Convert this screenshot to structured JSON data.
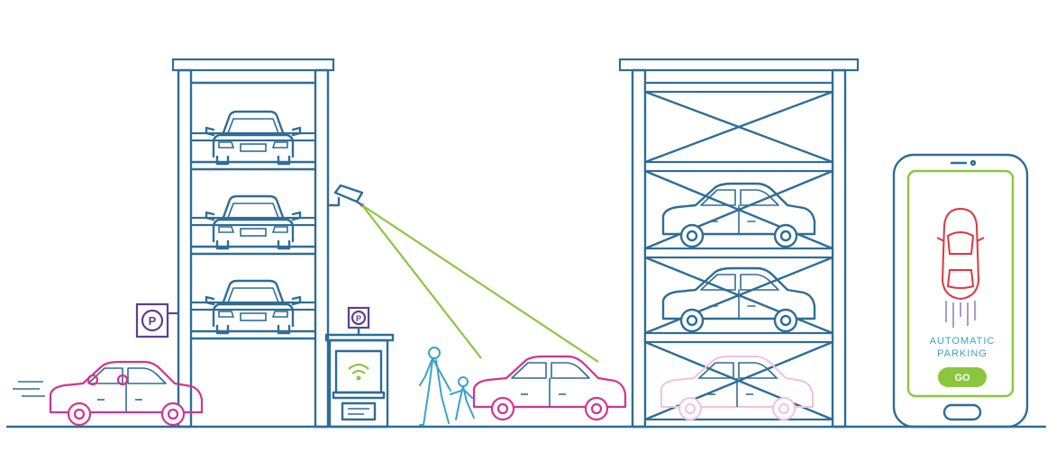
{
  "phone": {
    "label_line1": "AUTOMATIC",
    "label_line2": "PARKING",
    "go_button": "GO"
  },
  "signs": {
    "parking_letter": "P"
  },
  "colors": {
    "outline": "#2e6d96",
    "car_pink": "#d2348f",
    "camera_beam": "#8cc63f",
    "phone_screen_border": "#8cc63f",
    "go_button": "#8cc63f",
    "app_text": "#3aa3cc",
    "app_car": "#e0363f",
    "sign": "#5e3f8e"
  },
  "icons": [
    "parking-sign-icon",
    "wifi-icon",
    "camera-icon",
    "car-icon",
    "pedestrian-icon",
    "smartphone-icon"
  ]
}
